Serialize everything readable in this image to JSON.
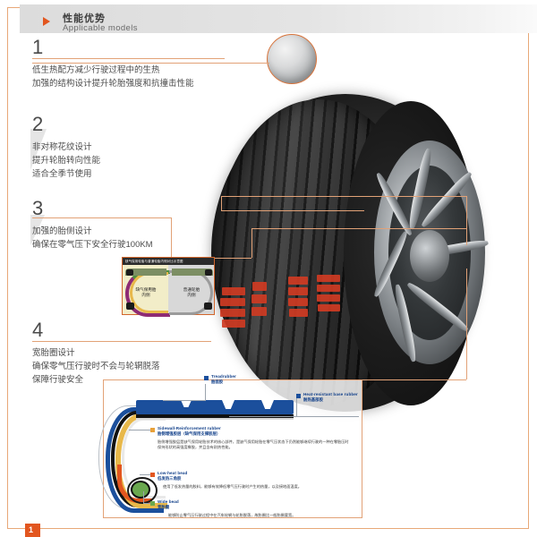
{
  "header": {
    "arrow_icon": "triangle-right-icon",
    "title_cn": "性能优势",
    "title_en": "Applicable models"
  },
  "accent": {
    "orange": "#e2561f",
    "rule": "#e2a277",
    "label_blue": "#12408a",
    "tread_red": "#cf3b23"
  },
  "sections": [
    {
      "number": "1",
      "lines": [
        "低生热配方减少行驶过程中的生热",
        "加强的结构设计提升轮胎强度和抗撞击性能"
      ]
    },
    {
      "number": "2",
      "lines": [
        "非对称花纹设计",
        "提升轮胎转向性能",
        "适合全季节使用"
      ]
    },
    {
      "number": "3",
      "lines": [
        "加强的胎侧设计",
        "确保在零气压下安全行驶100KM"
      ]
    },
    {
      "number": "4",
      "lines": [
        "宽胎圈设计",
        "确保零气压行驶时不会与轮辋脱落",
        "保障行驶安全"
      ]
    }
  ],
  "compare_inset": {
    "caption": "缺气保用轮胎与普通轮胎内侧对比示意图",
    "left_label": "缺气保用胎\n内侧",
    "left_label_line1": "缺气保用胎",
    "left_label_line2": "内侧",
    "right_label_line1": "普通轮胎",
    "right_label_line2": "内侧"
  },
  "build_inset": {
    "items": [
      {
        "marker_color": "#1b4f9c",
        "en": "Treadrubber",
        "cn": "胎面胶",
        "body": ""
      },
      {
        "marker_color": "#1b4f9c",
        "en": "Heat-resistant base rubber",
        "cn": "耐热基部胶",
        "body": ""
      },
      {
        "marker_color": "#e8a13a",
        "en": "Sidewall-Reinforcement rubber",
        "cn": "胎侧增强胶层（缺气保用支撑胶层）",
        "body": "胎侧增强胶层是缺气保用轮胎技术的核心部件，是缺气保用轮胎在零气压状态下仍然能够继续行驶的一种在零胎压时保持形状的高强度橡胶，并且含有耐热性能。"
      },
      {
        "marker_color": "#e2561f",
        "en": "Low-heat bead",
        "cn": "低发热三角胶",
        "body": "使用了低发热量的胶料，能够有效降低零气压行驶时产生的热量，以及接地面温度。"
      },
      {
        "marker_color": "#6aa84f",
        "en": "Wide bead",
        "cn": "宽胎圈",
        "body": "能够防止零气压行驶过程中在汽车轮辋与轮胎脱落，故胎圈比一般胎圈要宽。"
      }
    ]
  },
  "footer": {
    "page_number": "1"
  }
}
